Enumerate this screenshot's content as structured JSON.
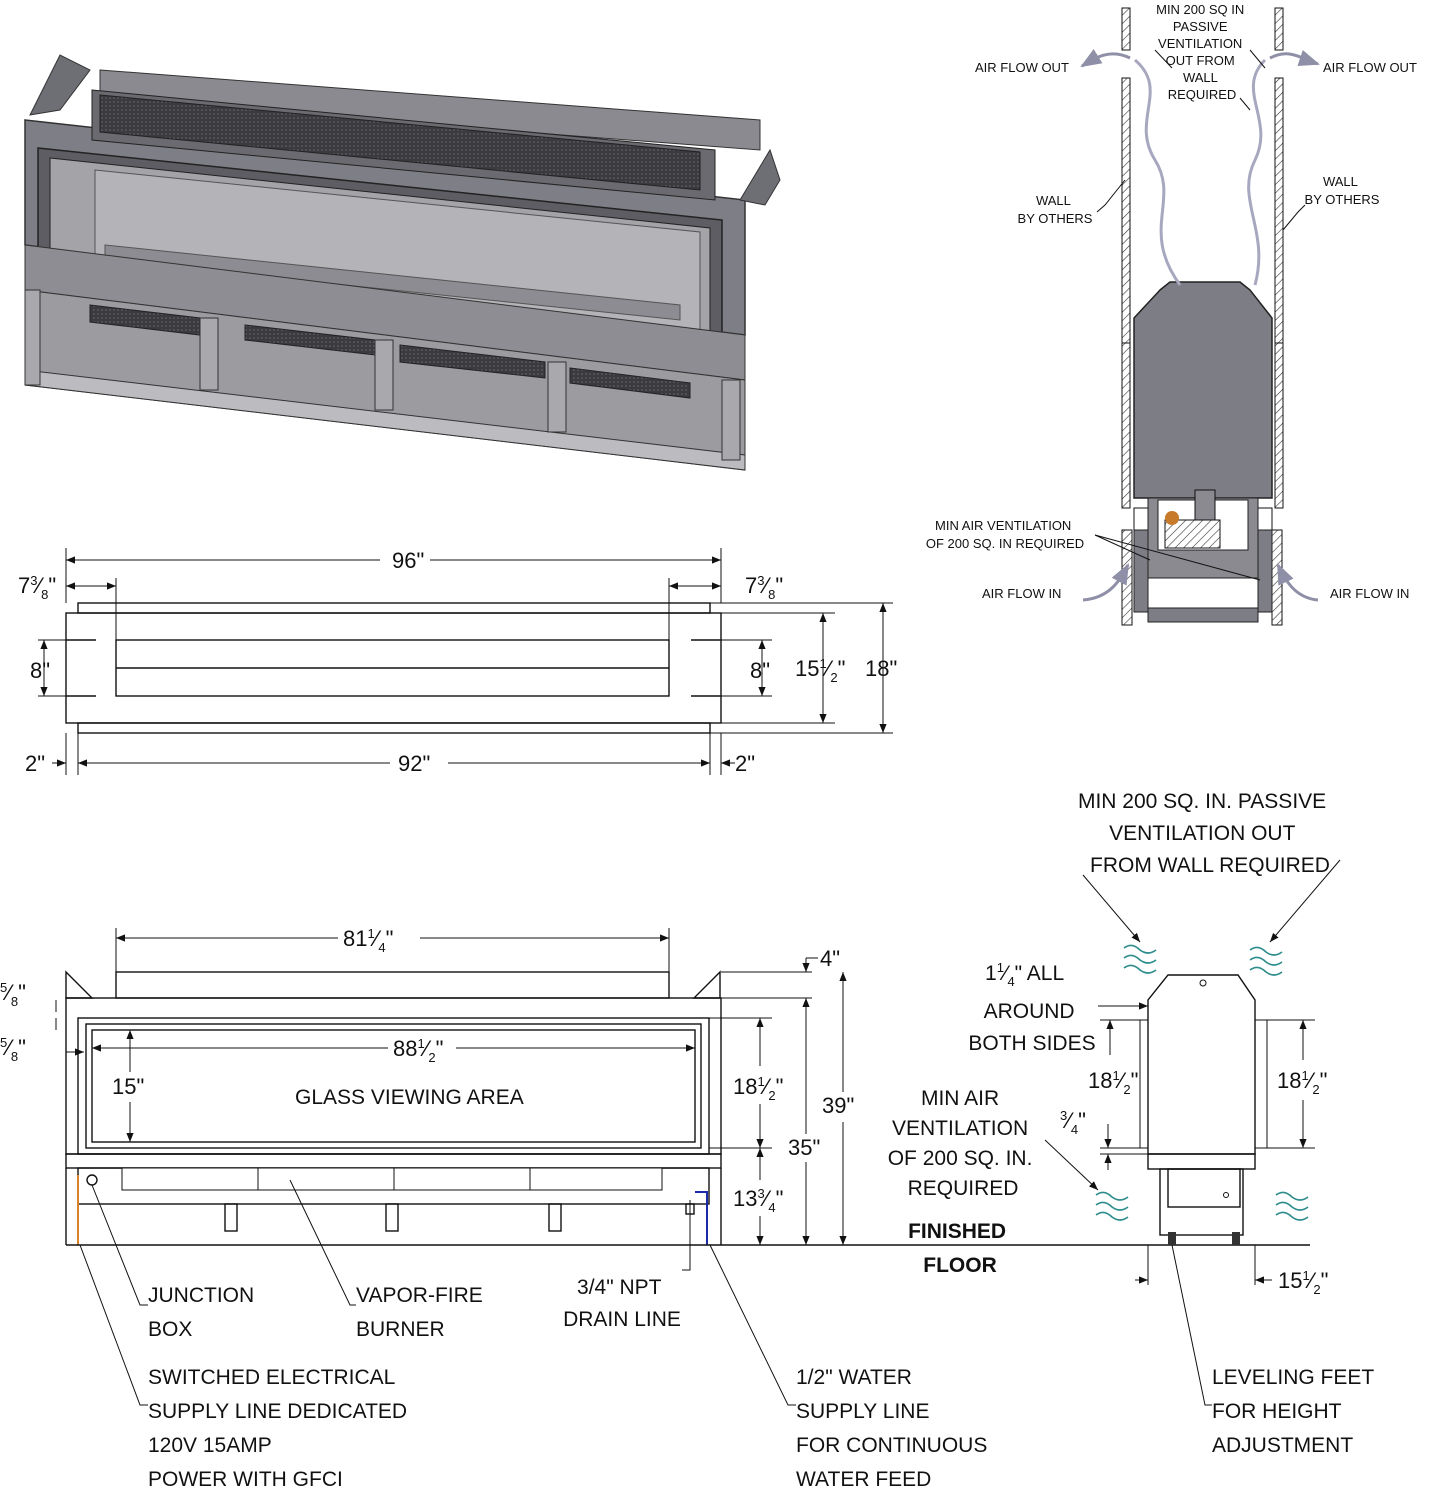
{
  "perspective": {
    "alt": "3D view of linear water-vapor fireplace with frame base"
  },
  "top_view": {
    "overall_width": "96\"",
    "left_inset": "7",
    "left_inset_num": "3",
    "left_inset_den": "8",
    "right_inset": "7",
    "right_inset_num": "3",
    "right_inset_den": "8",
    "left_opening": "8\"",
    "right_opening": "8\"",
    "inner_depth": "15",
    "inner_depth_num": "1",
    "inner_depth_den": "2",
    "overall_depth": "18\"",
    "left_offset": "2\"",
    "bottom_width": "92\"",
    "right_offset": "2\""
  },
  "section_view": {
    "vent_out_note": "MIN 200 SQ IN PASSIVE VENTILATION OUT FROM WALL REQUIRED",
    "vent_out_lines": [
      "MIN 200 SQ IN",
      "PASSIVE",
      "VENTILATION",
      "OUT FROM",
      "WALL",
      "REQUIRED"
    ],
    "air_out_left": "AIR FLOW OUT",
    "air_out_right": "AIR FLOW OUT",
    "wall_left": [
      "WALL",
      "BY OTHERS"
    ],
    "wall_right": [
      "WALL",
      "BY OTHERS"
    ],
    "air_in_note": [
      "MIN AIR VENTILATION",
      "OF 200 SQ. IN REQUIRED"
    ],
    "air_in_left": "AIR FLOW IN",
    "air_in_right": "AIR FLOW IN"
  },
  "front_view": {
    "top_width": "81",
    "top_width_num": "1",
    "top_width_den": "4",
    "top_height": "4\"",
    "left_dim_a_num": "5",
    "left_dim_a_den": "8",
    "left_dim_b_num": "5",
    "left_dim_b_den": "8",
    "glass_width": "88",
    "glass_width_num": "1",
    "glass_width_den": "2",
    "glass_height": "15\"",
    "glass_label": "GLASS VIEWING AREA",
    "frame_height": "18",
    "frame_height_num": "1",
    "frame_height_den": "2",
    "base_height": "13",
    "base_height_num": "3",
    "base_height_den": "4",
    "height_35": "35\"",
    "height_39": "39\"",
    "junction_box": [
      "JUNCTION",
      "BOX"
    ],
    "burner": [
      "VAPOR-FIRE",
      "BURNER"
    ],
    "drain": [
      "3/4\" NPT",
      "DRAIN LINE"
    ],
    "electrical": [
      "SWITCHED ELECTRICAL",
      "SUPPLY LINE DEDICATED",
      "120V 15AMP",
      "POWER WITH GFCI"
    ],
    "water": [
      "1/2\" WATER",
      "SUPPLY LINE",
      "FOR CONTINUOUS",
      "WATER FEED"
    ]
  },
  "side_view": {
    "vent_out": [
      "MIN 200 SQ. IN. PASSIVE",
      "VENTILATION OUT",
      "FROM WALL REQUIRED"
    ],
    "clearance_whole": "1",
    "clearance_num": "1",
    "clearance_den": "4",
    "clearance_text": [
      "\" ALL",
      "AROUND",
      "BOTH SIDES"
    ],
    "left_height": "18",
    "left_height_num": "1",
    "left_height_den": "2",
    "right_height": "18",
    "right_height_num": "1",
    "right_height_den": "2",
    "gap_num": "3",
    "gap_den": "4",
    "air_in": [
      "MIN AIR",
      "VENTILATION",
      "OF 200 SQ. IN.",
      "REQUIRED"
    ],
    "floor": [
      "FINISHED",
      "FLOOR"
    ],
    "depth": "15",
    "depth_num": "1",
    "depth_den": "2",
    "leveling": [
      "LEVELING FEET",
      "FOR HEIGHT",
      "ADJUSTMENT"
    ]
  }
}
